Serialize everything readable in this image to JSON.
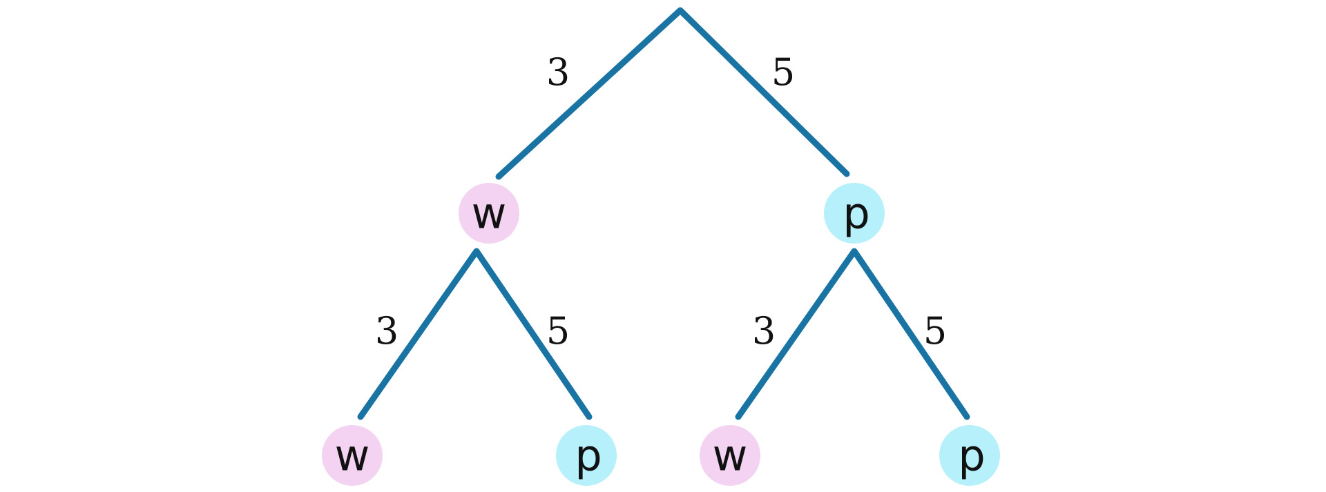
{
  "colors": {
    "branch": "#1a74a3",
    "w_node": "#f3d3f1",
    "p_node": "#b5f0fb"
  },
  "diagram": {
    "branch_weights": {
      "root_left": "3",
      "root_right": "5",
      "w_left": "3",
      "w_right": "5",
      "p_left": "3",
      "p_right": "5"
    },
    "nodes": {
      "level1_left": "w",
      "level1_right": "p",
      "level2_1": "w",
      "level2_2": "p",
      "level2_3": "w",
      "level2_4": "p"
    }
  }
}
